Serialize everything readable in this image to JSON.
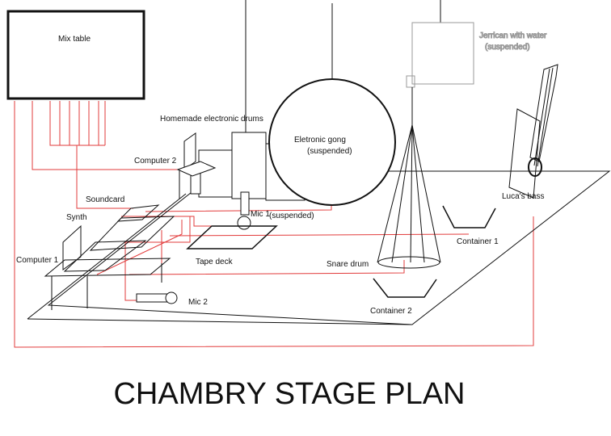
{
  "diagram": {
    "title": "CHAMBRY STAGE PLAN",
    "labels": {
      "mix_table": "Mix table",
      "jerrican": "Jerrican with water",
      "jerrican_sub": "(suspended)",
      "homemade_drums": "Homemade electronic drums",
      "gong": "Eletronic gong",
      "gong_sub": "(suspended)",
      "computer_2": "Computer 2",
      "soundcard": "Soundcard",
      "synth": "Synth",
      "mic_1": "Mic 1",
      "mic_1_sub": "(suspended)",
      "lucas_bass": "Luca's bass",
      "container_1": "Container 1",
      "computer_1": "Computer 1",
      "tape_deck": "Tape deck",
      "snare_drum": "Snare drum",
      "mic_2": "Mic 2",
      "container_2": "Container 2"
    },
    "colors": {
      "line": "#111111",
      "cable": "#e23b3b",
      "faint": "#9a9a9a"
    }
  }
}
